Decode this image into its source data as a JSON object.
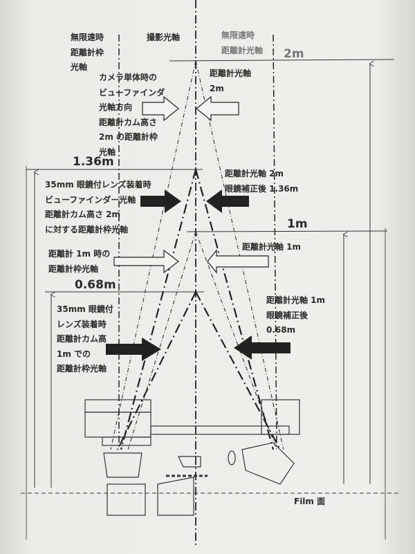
{
  "labels": {
    "inf_frame_axis": [
      "無限遠時",
      "距離計枠",
      "光軸"
    ],
    "taking_axis": "撮影光軸",
    "inf_rf_axis": [
      "無限遠時",
      "距離計光軸"
    ],
    "dist_2m": "2m",
    "camera_only": [
      "カメラ単体時の",
      "ビューファインダ",
      "光軸方向",
      "距離計カム高さ",
      "2m の距離計枠",
      "光軸"
    ],
    "rf_axis_2m": [
      "距離計光軸",
      "2m"
    ],
    "dist_136": "1.36m",
    "goggles_2m": [
      "35mm 眼鏡付レンズ装着時",
      "ビューファインダー光軸",
      "距離計カム高さ 2m",
      "に対する距離計枠光軸"
    ],
    "rf_2m_corrected": [
      "距離計光軸 2m",
      "眼鏡補正後 1.36m"
    ],
    "dist_1m": "1m",
    "rf_1m_frame": [
      "距離計 1m 時の",
      "距離計枠光軸"
    ],
    "rf_axis_1m": "距離計光軸 1m",
    "dist_068": "0.68m",
    "goggles_1m": [
      "35mm 眼鏡付",
      "レンズ装着時",
      "距離計カム高",
      "1m での",
      "距離計枠光軸"
    ],
    "rf_1m_corrected": [
      "距離計光軸 1m",
      "眼鏡補正後",
      "0.68m"
    ],
    "film_plane": "Film 面"
  }
}
